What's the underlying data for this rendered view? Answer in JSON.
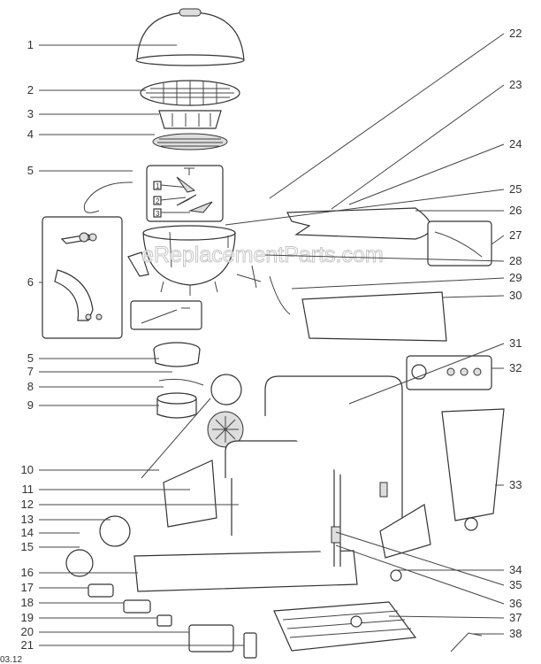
{
  "diagram": {
    "left_labels": [
      "1",
      "2",
      "3",
      "4",
      "5",
      "6",
      "5",
      "7",
      "8",
      "9",
      "10",
      "11",
      "12",
      "13",
      "14",
      "15",
      "16",
      "17",
      "18",
      "19",
      "20",
      "21"
    ],
    "right_labels": [
      "22",
      "23",
      "24",
      "25",
      "26",
      "27",
      "28",
      "29",
      "30",
      "31",
      "32",
      "33",
      "34",
      "35",
      "36",
      "37",
      "38"
    ],
    "inset_step_labels": [
      "1",
      "2",
      "3"
    ],
    "watermark": "eReplacementParts.com",
    "corner_code": "03.12"
  }
}
